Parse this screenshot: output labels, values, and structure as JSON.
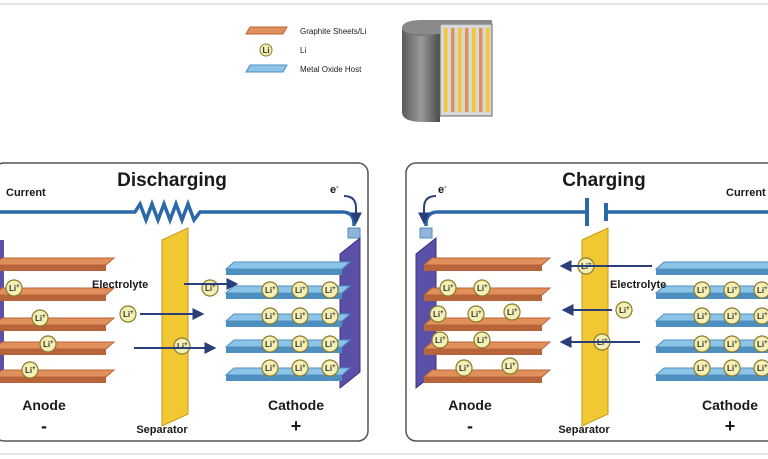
{
  "legend": {
    "items": [
      {
        "label": "Graphite Sheets/Li",
        "swatch": "orange-sheet"
      },
      {
        "label": "Li",
        "swatch": "li-ion"
      },
      {
        "label": "Metal Oxide Host",
        "swatch": "blue-sheet"
      }
    ]
  },
  "ion_label": "Li",
  "ion_sup": "+",
  "electron_label": "e",
  "electron_sup": "-",
  "discharging": {
    "title": "Discharging",
    "current_label": "Current",
    "electrolyte_label": "Electrolyte",
    "anode_label": "Anode",
    "anode_sign": "-",
    "separator_label": "Separator",
    "cathode_label": "Cathode",
    "cathode_sign": "+"
  },
  "charging": {
    "title": "Charging",
    "current_label": "Current",
    "electrolyte_label": "Electrolyte",
    "anode_label": "Anode",
    "anode_sign": "-",
    "separator_label": "Separator",
    "cathode_label": "Cathode",
    "cathode_sign": "+"
  },
  "colors": {
    "graphite": "#e0905a",
    "graphite_dark": "#b8643a",
    "oxide": "#8cc4e8",
    "oxide_dark": "#4f8fc0",
    "wire": "#2a68a8",
    "separator": "#f2c832",
    "collector": "#5a50a8",
    "ion_fill": "#f4efb4",
    "ion_stroke": "#8a7a2a",
    "arrow": "#2a3f7a",
    "panel_border": "#555555"
  }
}
